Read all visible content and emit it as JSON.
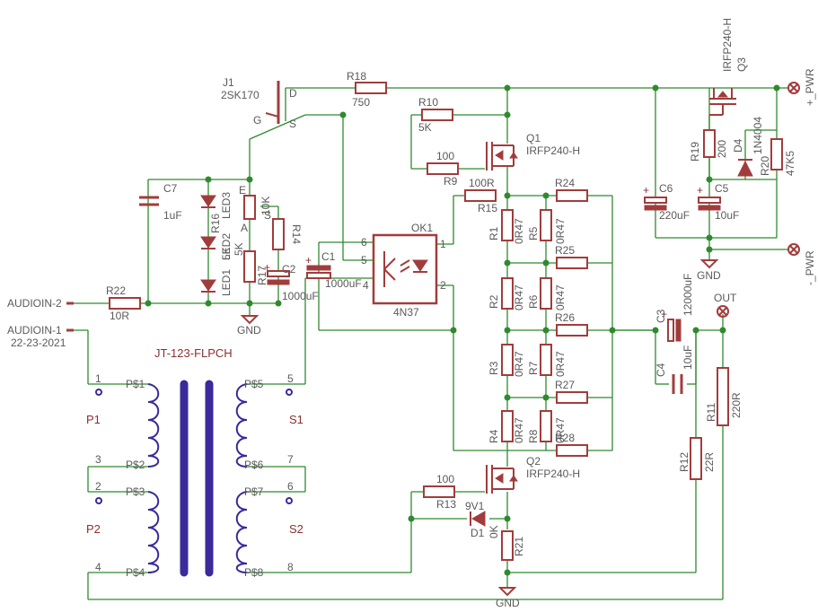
{
  "supply": {
    "pos": "+_PWR",
    "neg": "-_PWR",
    "gnd": "GND"
  },
  "inputs": {
    "in2": "AUDIOIN-2",
    "in1": "AUDIOIN-1",
    "date": "22-23-2021"
  },
  "output": {
    "label": "OUT"
  },
  "transformer": {
    "name": "JT-123-FLPCH",
    "primaries": [
      "P1",
      "P2"
    ],
    "secondaries": [
      "S1",
      "S2"
    ],
    "pins": [
      "P$1",
      "P$2",
      "P$3",
      "P$4",
      "P$5",
      "P$6",
      "P$7",
      "P$8"
    ],
    "pin_numbers": [
      "1",
      "2",
      "3",
      "4",
      "5",
      "6",
      "7",
      "8"
    ]
  },
  "components": {
    "J1": {
      "ref": "J1",
      "value": "2SK170",
      "pin_d": "D",
      "pin_g": "G",
      "pin_s": "S"
    },
    "R18": {
      "ref": "R18",
      "value": "750"
    },
    "R10": {
      "ref": "R10",
      "value": "5K"
    },
    "R9": {
      "ref": "R9",
      "value": "100"
    },
    "R15": {
      "ref": "R15",
      "value": "100R"
    },
    "R22": {
      "ref": "R22",
      "value": "10R"
    },
    "R13": {
      "ref": "R13",
      "value": "100"
    },
    "R14": {
      "ref": "R14",
      "value": "10K"
    },
    "R16": {
      "ref": "R16",
      "value": "5K",
      "pin_e": "E",
      "pin_a": "A",
      "pin_s": "S"
    },
    "R17": {
      "ref": "R17",
      "value": "5K"
    },
    "R19": {
      "ref": "R19",
      "value": "200"
    },
    "R20": {
      "ref": "R20",
      "value": "47K5"
    },
    "R21": {
      "ref": "R21",
      "value": "0K"
    },
    "R11": {
      "ref": "R11",
      "value": "220R"
    },
    "R12": {
      "ref": "R12",
      "value": "22R"
    },
    "R1": {
      "ref": "R1",
      "value": "0R47"
    },
    "R2": {
      "ref": "R2",
      "value": "0R47"
    },
    "R3": {
      "ref": "R3",
      "value": "0R47"
    },
    "R4": {
      "ref": "R4",
      "value": "0R47"
    },
    "R5": {
      "ref": "R5",
      "value": "0R47"
    },
    "R6": {
      "ref": "R6",
      "value": "0R47"
    },
    "R7": {
      "ref": "R7",
      "value": "0R47"
    },
    "R8": {
      "ref": "R8",
      "value": "0R47"
    },
    "R24": {
      "ref": "R24"
    },
    "R25": {
      "ref": "R25"
    },
    "R26": {
      "ref": "R26"
    },
    "R27": {
      "ref": "R27"
    },
    "R28": {
      "ref": "R28"
    },
    "C1": {
      "ref": "C1",
      "value": "1000uF"
    },
    "C2": {
      "ref": "C2",
      "value": "1000uF"
    },
    "C3": {
      "ref": "C3",
      "value": "12000uF"
    },
    "C4": {
      "ref": "C4",
      "value": "10uF"
    },
    "C5": {
      "ref": "C5",
      "value": "10uF"
    },
    "C6": {
      "ref": "C6",
      "value": "220uF"
    },
    "C7": {
      "ref": "C7",
      "value": "1uF"
    },
    "Q1": {
      "ref": "Q1",
      "value": "IRFP240-H"
    },
    "Q2": {
      "ref": "Q2",
      "value": "IRFP240-H"
    },
    "Q3": {
      "ref": "Q3",
      "value": "IRFP240-H"
    },
    "OK1": {
      "ref": "OK1",
      "value": "4N37",
      "pins": [
        "1",
        "2",
        "4",
        "5",
        "6"
      ]
    },
    "D1": {
      "ref": "D1",
      "value": "9V1"
    },
    "D4": {
      "ref": "D4",
      "value": "1N4004"
    },
    "LED1": {
      "ref": "LED1"
    },
    "LED2": {
      "ref": "LED2"
    },
    "LED3": {
      "ref": "LED3"
    }
  }
}
